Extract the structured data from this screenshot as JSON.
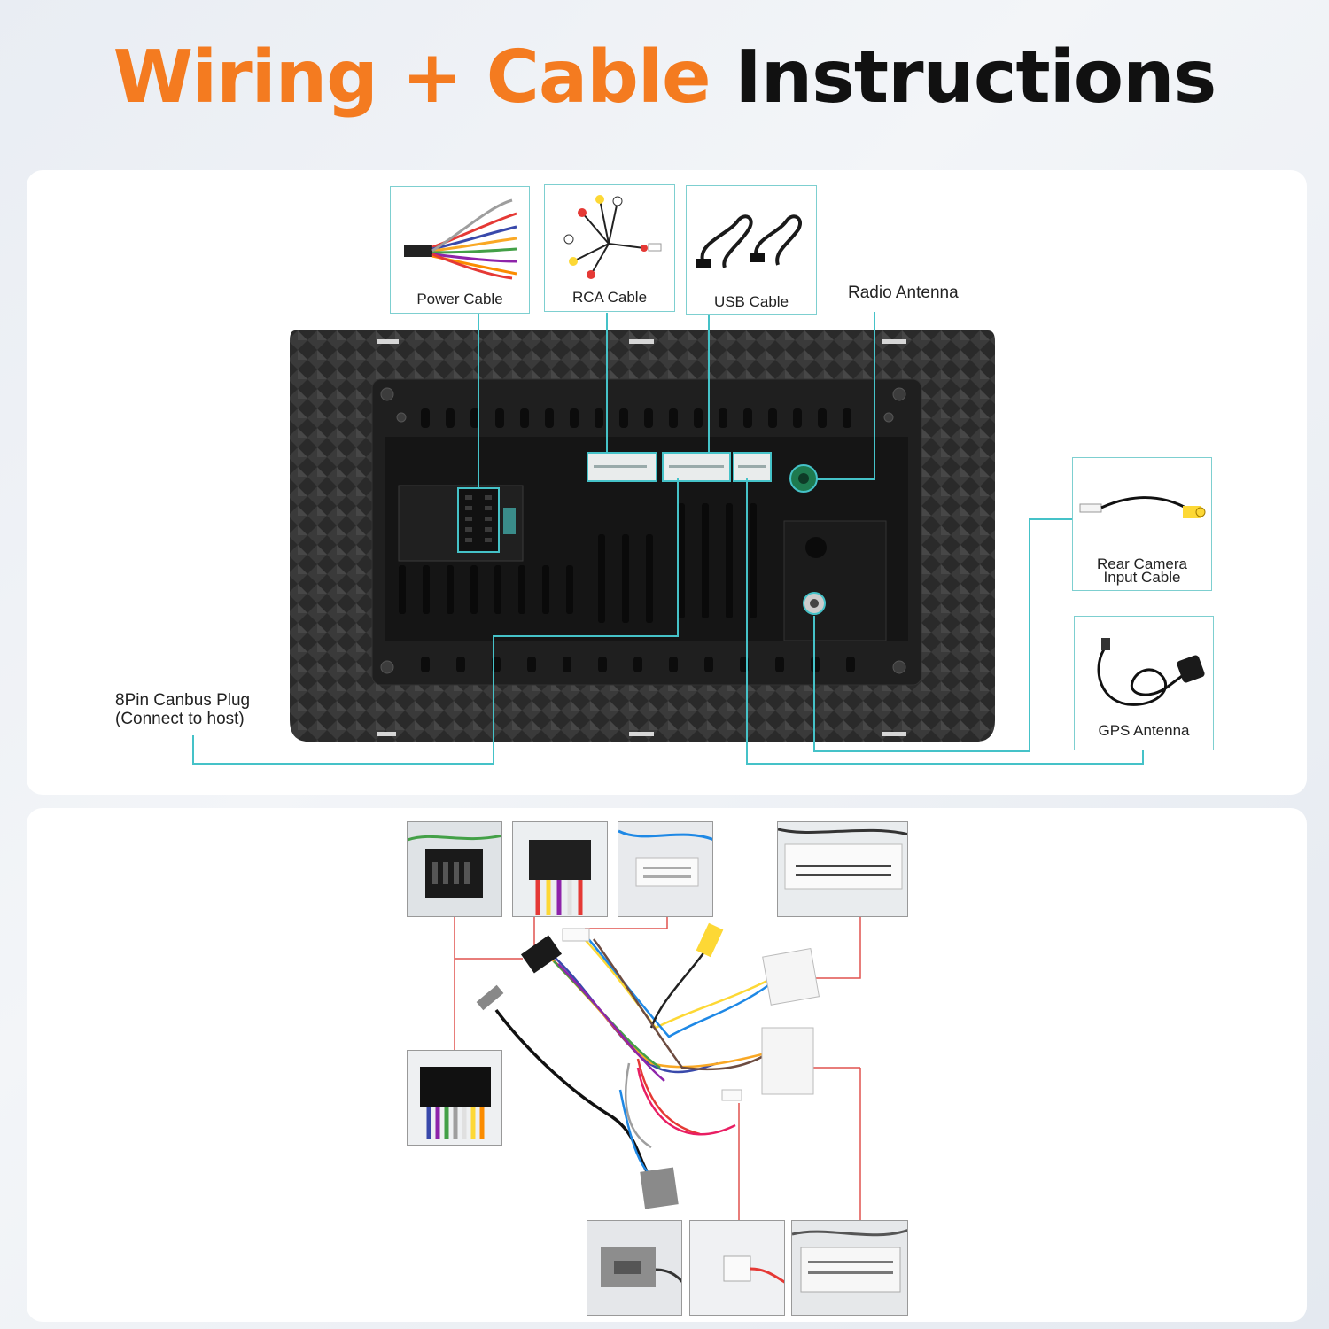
{
  "title": {
    "part1": "Wiring",
    "plus": "+",
    "part2": "Cable",
    "part3": "Instructions"
  },
  "colors": {
    "accent": "#f47b20",
    "leader_line": "#45c2c8",
    "red_leader": "#e0524f"
  },
  "cables": {
    "power": "Power Cable",
    "rca": "RCA Cable",
    "usb": "USB Cable",
    "radio_antenna": "Radio Antenna",
    "rear_camera_line1": "Rear Camera",
    "rear_camera_line2": "Input Cable",
    "gps": "GPS Antenna",
    "canbus_line1": "8Pin Canbus Plug",
    "canbus_line2": "(Connect to host)"
  },
  "icons": [
    "power-cable-icon",
    "rca-cable-icon",
    "usb-cable-icon",
    "rear-camera-cable-icon",
    "gps-antenna-icon",
    "head-unit-back-icon",
    "wiring-harness-icon",
    "connector-photo-icon"
  ]
}
